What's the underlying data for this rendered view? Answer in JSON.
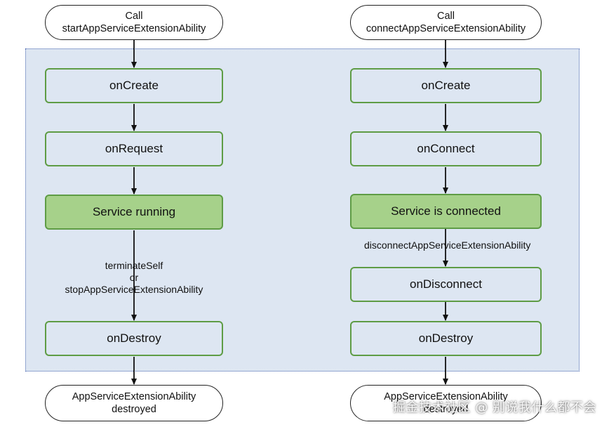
{
  "left": {
    "start_line1": "Call",
    "start_line2": "startAppServiceExtensionAbility",
    "on_create": "onCreate",
    "on_request": "onRequest",
    "running": "Service running",
    "stop_line1": "terminateSelf",
    "stop_line2": "or",
    "stop_line3": "stopAppServiceExtensionAbility",
    "on_destroy": "onDestroy",
    "end_line1": "AppServiceExtensionAbility",
    "end_line2": "destroyed"
  },
  "right": {
    "start_line1": "Call",
    "start_line2": "connectAppServiceExtensionAbility",
    "on_create": "onCreate",
    "on_connect": "onConnect",
    "connected": "Service is connected",
    "disconnect_label": "disconnectAppServiceExtensionAbility",
    "on_disconnect": "onDisconnect",
    "on_destroy": "onDestroy",
    "end_line1": "AppServiceExtensionAbility",
    "end_line2": "destroyed"
  },
  "watermark": "掘金技术社区 @ 别说我什么都不会",
  "colors": {
    "region_fill": "#dde6f2",
    "region_border": "#4a67b0",
    "node_border": "#5e9c45",
    "active_fill": "#a6d18a"
  }
}
